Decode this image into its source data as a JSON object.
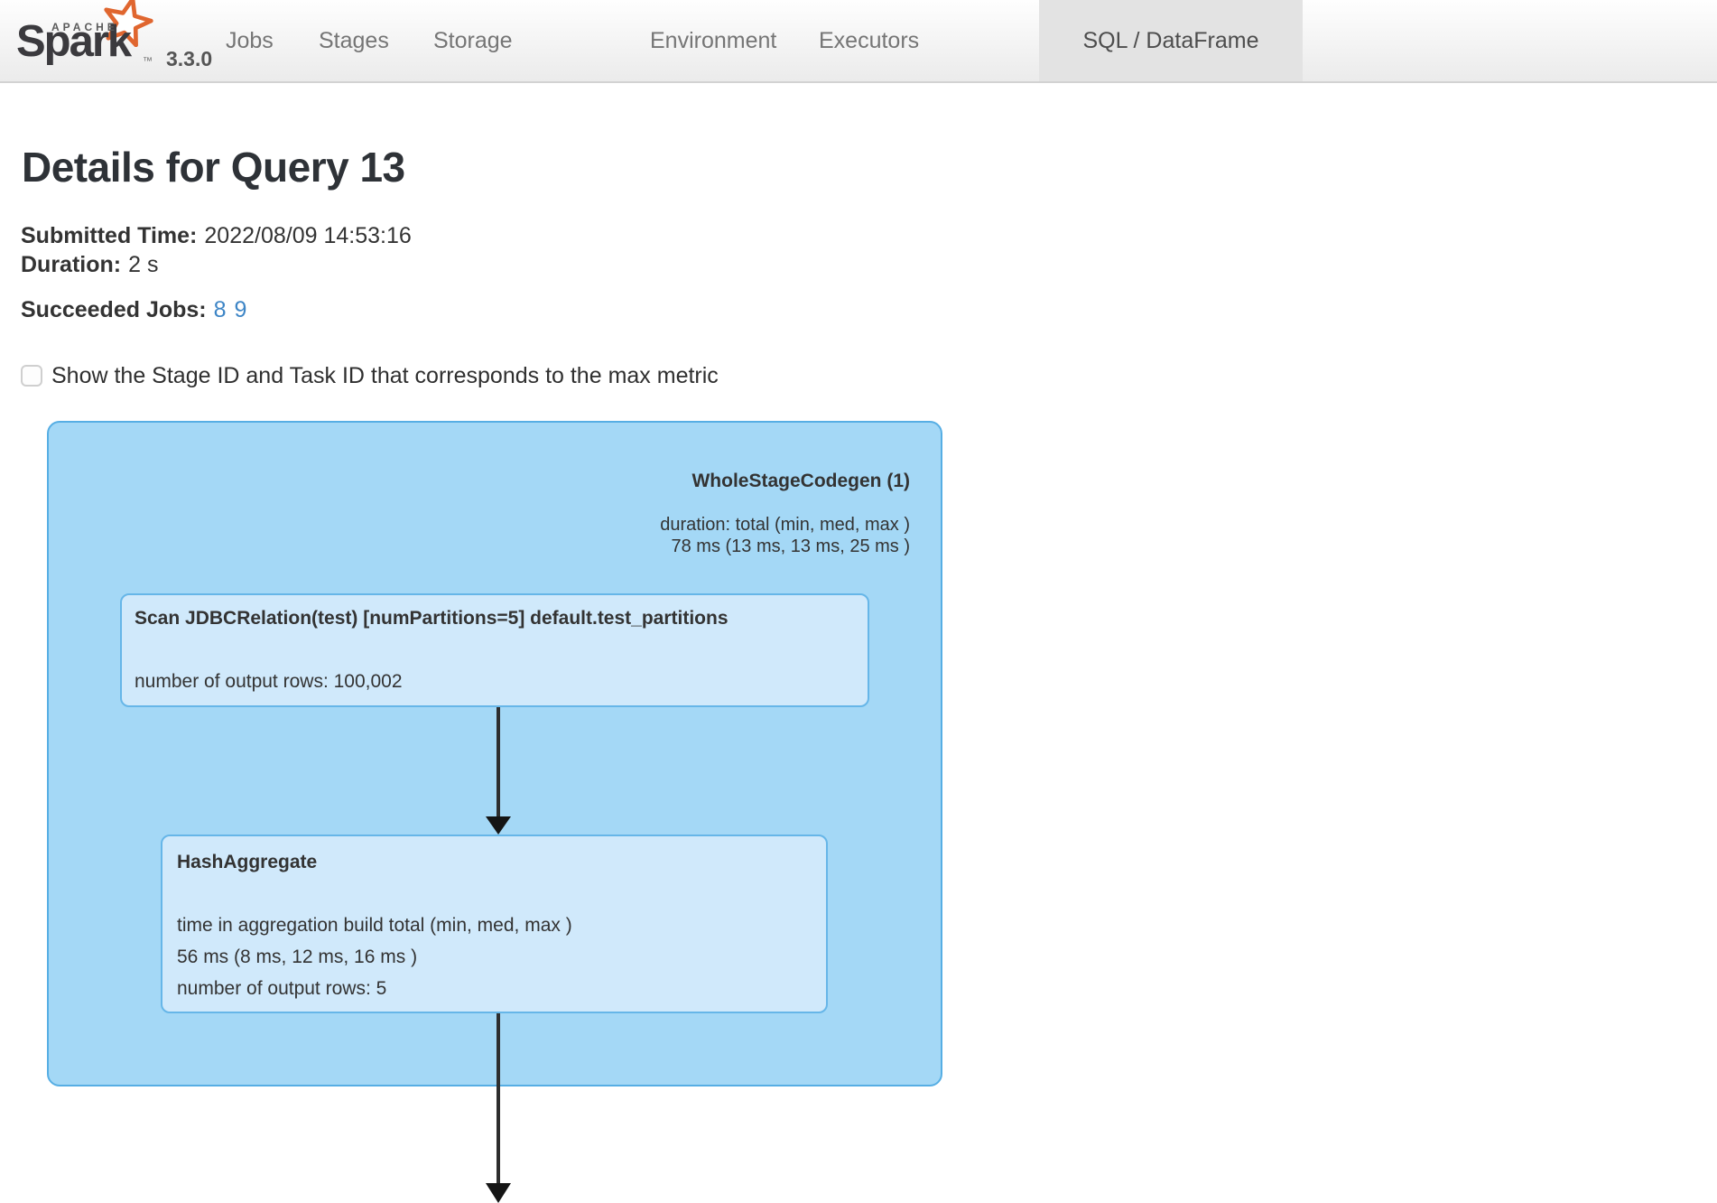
{
  "navbar": {
    "logo": {
      "apache": "APACHE",
      "brand": "Spark",
      "tm": "™",
      "version": "3.3.0"
    },
    "tabs": [
      {
        "label": "Jobs",
        "active": false
      },
      {
        "label": "Stages",
        "active": false
      },
      {
        "label": "Storage",
        "active": false
      },
      {
        "label": "Environment",
        "active": false
      },
      {
        "label": "Executors",
        "active": false
      },
      {
        "label": "SQL / DataFrame",
        "active": true
      }
    ]
  },
  "page": {
    "title": "Details for Query 13",
    "submitted_time_label": "Submitted Time:",
    "submitted_time_value": "2022/08/09 14:53:16",
    "duration_label": "Duration:",
    "duration_value": "2 s",
    "succeeded_jobs_label": "Succeeded Jobs:",
    "succeeded_jobs": [
      "8",
      "9"
    ],
    "checkbox_label": "Show the Stage ID and Task ID that corresponds to the max metric",
    "checkbox_checked": false
  },
  "plan": {
    "cluster": {
      "title": "WholeStageCodegen (1)",
      "metric_lines": [
        "duration: total (min, med, max )",
        "78 ms (13 ms, 13 ms, 25 ms )"
      ]
    },
    "nodes": [
      {
        "title": "Scan JDBCRelation(test) [numPartitions=5] default.test_partitions",
        "metrics": [
          "number of output rows: 100,002"
        ]
      },
      {
        "title": "HashAggregate",
        "metrics": [
          "time in aggregation build total (min, med, max )",
          "56 ms (8 ms, 12 ms, 16 ms )",
          "number of output rows: 5"
        ]
      }
    ]
  },
  "colors": {
    "link_blue": "#3d85c6",
    "cluster_fill": "#a4d8f6",
    "cluster_border": "#56aee4",
    "node_fill": "#d0e9fb",
    "node_border": "#66b6e8",
    "arrow": "#151515",
    "spark_orange": "#e0662f",
    "active_tab_bg": "#e3e3e3",
    "text": "#333333"
  }
}
